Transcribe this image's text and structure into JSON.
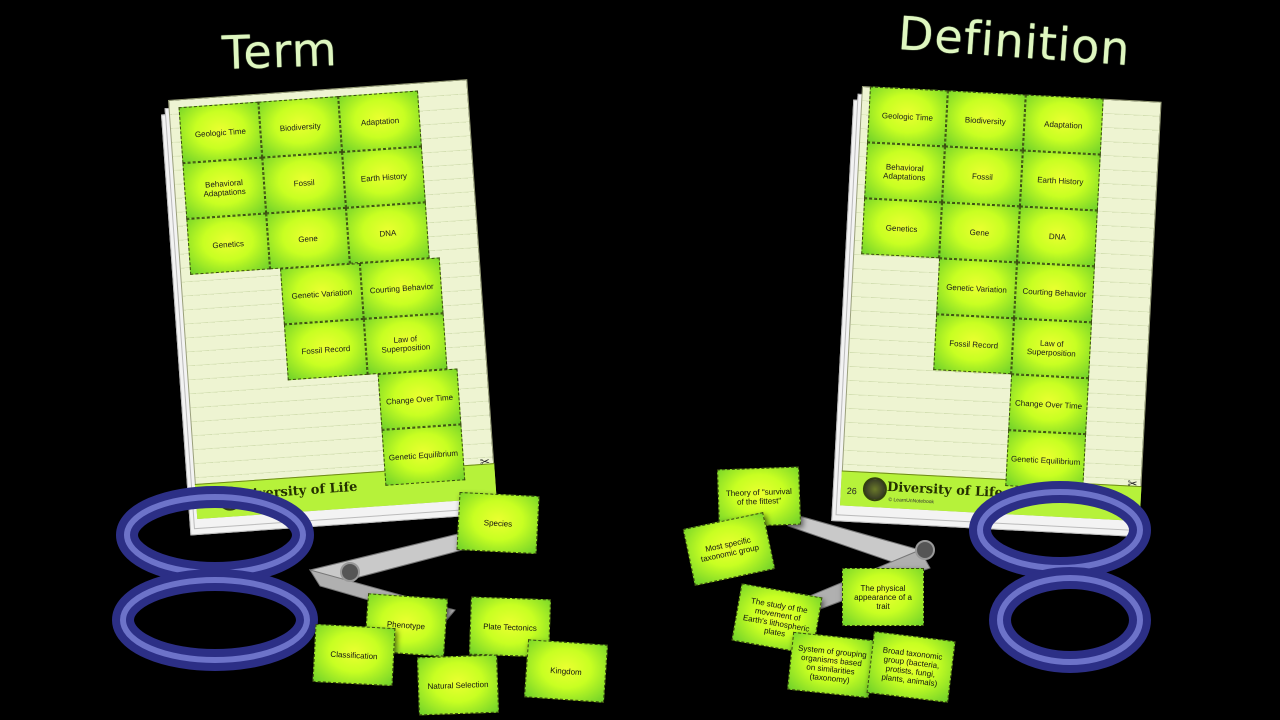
{
  "headings": {
    "term": "Term",
    "definition": "Definition"
  },
  "sheet": {
    "page_number": "26",
    "title": "Diversity of Life",
    "subtitle": "© LearnUnNotebook",
    "cells": [
      "Geologic Time",
      "Biodiversity",
      "Adaptation",
      "Behavioral Adaptations",
      "Fossil",
      "Earth History",
      "Genetics",
      "Gene",
      "DNA",
      "Genetic Variation",
      "Courting Behavior",
      "Fossil Record",
      "Law of Superposition",
      "Change Over Time",
      "Genetic Equilibrium"
    ]
  },
  "term_cards": [
    "Species",
    "Phenotype",
    "Plate Tectonics",
    "Classification",
    "Kingdom",
    "Natural Selection"
  ],
  "definition_cards": [
    "Theory of \"survival of the fittest\"",
    "Most specific taxonomic group",
    "The physical appearance of a trait",
    "The study of the movement of Earth's lithospheric plates",
    "System of grouping organisms based on similarities (taxonomy)",
    "Broad taxonomic group (bacteria, protists, fungi, plants, animals)"
  ],
  "colors": {
    "card_green": "#c8ff22",
    "heading": "#dff7c0",
    "scissor_handle": "#2c2f86"
  }
}
